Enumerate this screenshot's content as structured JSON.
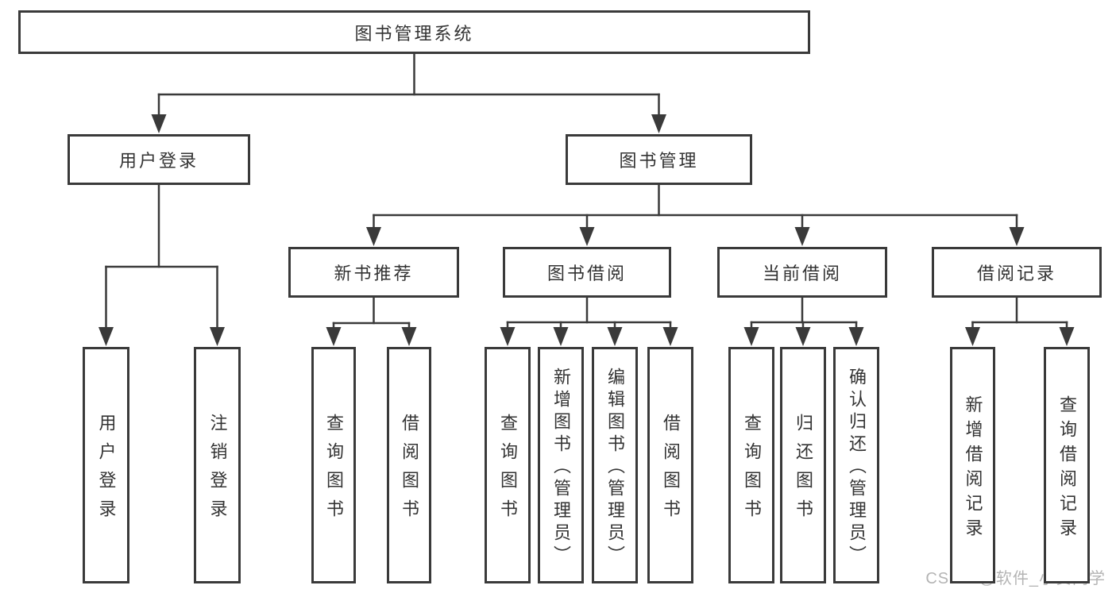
{
  "diagram": {
    "style": {
      "background": "#ffffff",
      "line_color": "#3a3a3a",
      "box_border_color": "#3a3a3a",
      "text_color": "#333333",
      "watermark_color": "#b4b4b4"
    },
    "watermark": {
      "text": "CSDN @软件_小贺同学"
    },
    "tree": {
      "id": "root",
      "label": "图书管理系统",
      "children": [
        {
          "id": "user-login",
          "label": "用户登录",
          "children": [
            {
              "id": "user-login-leaf",
              "label": "用户登录",
              "vertical": true
            },
            {
              "id": "logout",
              "label": "注销登录",
              "vertical": true
            }
          ]
        },
        {
          "id": "book-mgmt",
          "label": "图书管理",
          "children": [
            {
              "id": "new-book-rec",
              "label": "新书推荐",
              "children": [
                {
                  "id": "query-book-1",
                  "label": "查询图书",
                  "vertical": true
                },
                {
                  "id": "borrow-book-1",
                  "label": "借阅图书",
                  "vertical": true
                }
              ]
            },
            {
              "id": "book-borrow",
              "label": "图书借阅",
              "children": [
                {
                  "id": "query-book-2",
                  "label": "查询图书",
                  "vertical": true
                },
                {
                  "id": "add-book",
                  "label": "新增图书（管理员）",
                  "vertical": true
                },
                {
                  "id": "edit-book",
                  "label": "编辑图书（管理员）",
                  "vertical": true
                },
                {
                  "id": "borrow-book-2",
                  "label": "借阅图书",
                  "vertical": true
                }
              ]
            },
            {
              "id": "current-borrow",
              "label": "当前借阅",
              "children": [
                {
                  "id": "query-book-3",
                  "label": "查询图书",
                  "vertical": true
                },
                {
                  "id": "return-book",
                  "label": "归还图书",
                  "vertical": true
                },
                {
                  "id": "confirm-return",
                  "label": "确认归还（管理员）",
                  "vertical": true
                }
              ]
            },
            {
              "id": "borrow-records",
              "label": "借阅记录",
              "children": [
                {
                  "id": "add-borrow-record",
                  "label": "新增借阅记录",
                  "vertical": true
                },
                {
                  "id": "query-borrow-record",
                  "label": "查询借阅记录",
                  "vertical": true
                }
              ]
            }
          ]
        }
      ]
    }
  }
}
